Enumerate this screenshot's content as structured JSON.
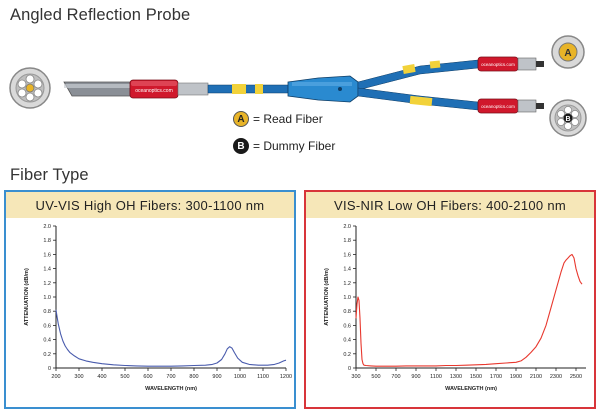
{
  "title": "Angled Reflection Probe",
  "fiber_type_heading": "Fiber Type",
  "legend": {
    "read": {
      "letter": "A",
      "text": "= Read Fiber"
    },
    "dummy": {
      "letter": "B",
      "text": "= Dummy Fiber"
    }
  },
  "diagram": {
    "connector_a_letter": "A",
    "connector_b_letter": "B",
    "brand_label": "oceanoptics.com",
    "colors": {
      "cable_blue": "#1f6fb5",
      "connector_red": "#d0182c",
      "connector_a": "#e8b428",
      "connector_b": "#1a1a1a"
    }
  },
  "chart_data": [
    {
      "type": "line",
      "title": "UV-VIS High OH Fibers: 300-1100 nm",
      "xlabel": "WAVELENGTH (nm)",
      "ylabel": "ATTENUATION (dB/m)",
      "xlim": [
        200,
        1200
      ],
      "ylim": [
        0,
        2.0
      ],
      "xticks": [
        200,
        300,
        400,
        500,
        600,
        700,
        800,
        900,
        1000,
        1100,
        1200
      ],
      "yticks": [
        0,
        0.2,
        0.4,
        0.6,
        0.8,
        1.0,
        1.2,
        1.4,
        1.6,
        1.8,
        2.0
      ],
      "series": [
        {
          "color": "#4a5cad",
          "x": [
            200,
            205,
            210,
            220,
            230,
            240,
            250,
            260,
            280,
            300,
            330,
            360,
            400,
            450,
            500,
            550,
            600,
            650,
            700,
            750,
            800,
            850,
            880,
            900,
            920,
            935,
            945,
            955,
            965,
            975,
            990,
            1010,
            1040,
            1080,
            1120,
            1150,
            1170,
            1190,
            1200
          ],
          "y": [
            0.82,
            0.72,
            0.62,
            0.48,
            0.38,
            0.31,
            0.26,
            0.22,
            0.17,
            0.13,
            0.1,
            0.08,
            0.06,
            0.045,
            0.035,
            0.03,
            0.025,
            0.025,
            0.025,
            0.03,
            0.035,
            0.04,
            0.05,
            0.07,
            0.12,
            0.2,
            0.27,
            0.3,
            0.28,
            0.22,
            0.14,
            0.08,
            0.05,
            0.04,
            0.04,
            0.05,
            0.07,
            0.1,
            0.11
          ]
        }
      ]
    },
    {
      "type": "line",
      "title": "VIS-NIR Low OH Fibers: 400-2100 nm",
      "xlabel": "WAVELENGTH (nm)",
      "ylabel": "ATTENUATION (dB/m)",
      "xlim": [
        300,
        2600
      ],
      "ylim": [
        0,
        2.0
      ],
      "xticks": [
        300,
        500,
        700,
        900,
        1100,
        1300,
        1500,
        1700,
        1900,
        2100,
        2300,
        2500
      ],
      "yticks": [
        0,
        0.2,
        0.4,
        0.6,
        0.8,
        1.0,
        1.2,
        1.4,
        1.6,
        1.8,
        2.0
      ],
      "series": [
        {
          "color": "#e8382e",
          "x": [
            300,
            310,
            320,
            330,
            340,
            350,
            360,
            370,
            380,
            400,
            450,
            500,
            600,
            700,
            800,
            900,
            1000,
            1100,
            1200,
            1300,
            1400,
            1500,
            1600,
            1700,
            1800,
            1900,
            1950,
            2000,
            2050,
            2100,
            2150,
            2200,
            2250,
            2300,
            2350,
            2380,
            2400,
            2420,
            2440,
            2460,
            2480,
            2500,
            2520,
            2540,
            2560
          ],
          "y": [
            0.7,
            0.9,
            1.0,
            0.95,
            0.7,
            0.35,
            0.12,
            0.06,
            0.04,
            0.035,
            0.03,
            0.025,
            0.025,
            0.025,
            0.03,
            0.03,
            0.03,
            0.03,
            0.035,
            0.035,
            0.04,
            0.045,
            0.05,
            0.06,
            0.07,
            0.08,
            0.1,
            0.15,
            0.22,
            0.3,
            0.42,
            0.6,
            0.85,
            1.1,
            1.35,
            1.48,
            1.52,
            1.55,
            1.58,
            1.6,
            1.55,
            1.4,
            1.3,
            1.22,
            1.18
          ]
        }
      ]
    }
  ]
}
